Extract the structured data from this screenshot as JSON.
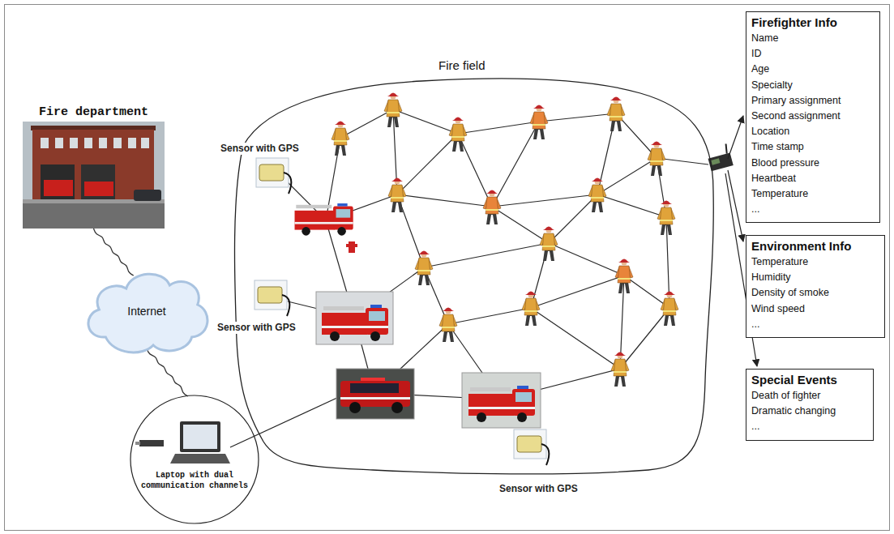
{
  "diagram": {
    "nodes": [
      {
        "text": [
          "Fire department"
        ]
      },
      {
        "text": [
          "Fire field"
        ]
      },
      {
        "text": [
          "Firefighter Info",
          "Name",
          "ID",
          "Age",
          "Specialty",
          "Primary assignment",
          "Second assignment",
          "Location",
          "Time stamp",
          "Blood pressure",
          "Heartbeat",
          "Temperature",
          "..."
        ]
      },
      {
        "text": [
          "Environment Info",
          "Temperature",
          "Humidity",
          "Density of smoke",
          "Wind speed",
          "..."
        ]
      },
      {
        "text": [
          "Special Events",
          "Death of fighter",
          "Dramatic changing",
          "..."
        ]
      },
      {
        "text": [
          "Internet"
        ]
      },
      {
        "text": [
          "Laptop with dual communication channels"
        ]
      }
    ],
    "edges": [
      {
        "from": 0,
        "to": 5,
        "arrow": "none"
      },
      {
        "from": 5,
        "to": 6,
        "arrow": "none"
      }
    ],
    "labels": [
      "Sensor with GPS",
      "Sensor with GPS",
      "Sensor with GPS"
    ]
  }
}
